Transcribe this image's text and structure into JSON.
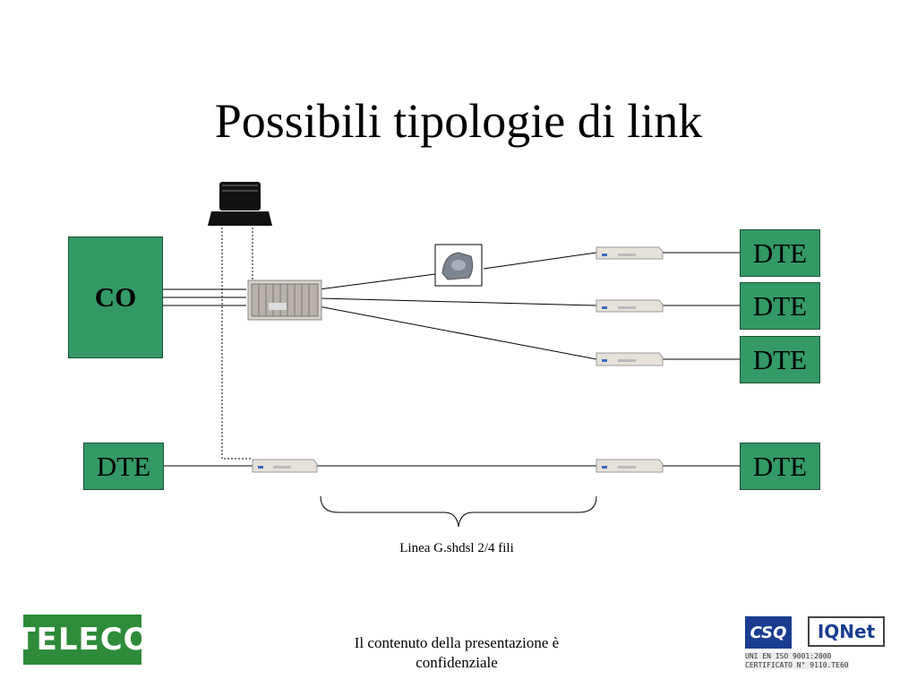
{
  "title": "Possibili tipologie di link",
  "boxes": {
    "co": "CO",
    "dte_right_1": "DTE",
    "dte_right_2": "DTE",
    "dte_right_3": "DTE",
    "dte_right_4": "DTE",
    "dte_left": "DTE"
  },
  "link_caption": "Linea G.shdsl 2/4 fili",
  "footer": {
    "line1": "Il contenuto della presentazione è",
    "line2": "confidenziale"
  },
  "logos": {
    "teleco": "TELECO",
    "csq": "CSQ",
    "iqnet": "IQNet",
    "cert_line_1": "UNI EN ISO 9001:2000",
    "cert_line_2": "CERTIFICATO N° 9110.TE60"
  },
  "colors": {
    "box_fill": "#339966",
    "teleco_green": "#2e8b3a",
    "csq_blue": "#1a3d8f"
  }
}
